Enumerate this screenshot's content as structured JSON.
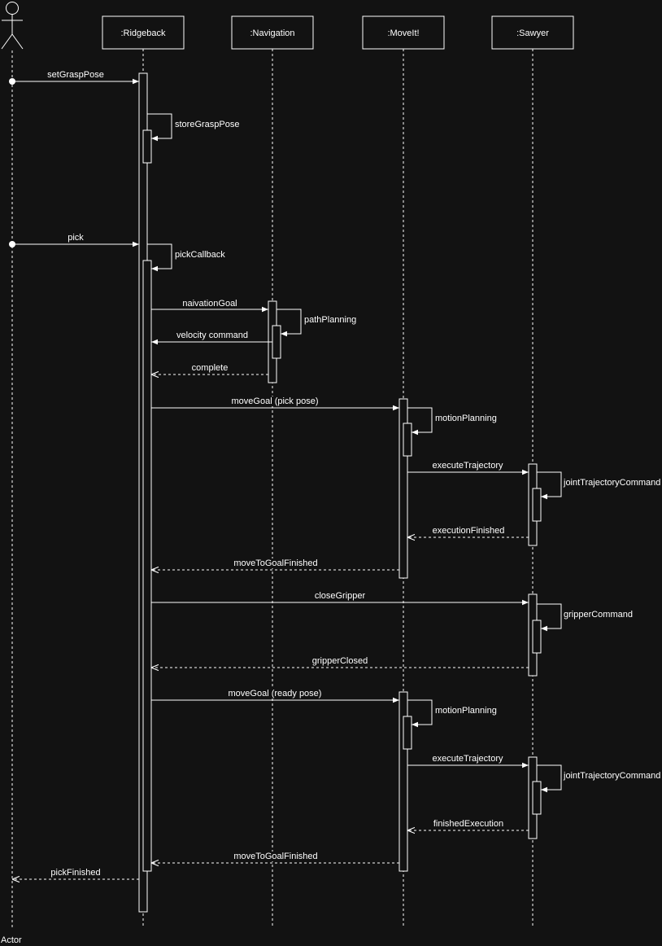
{
  "actor": {
    "label": "Actor"
  },
  "participants": [
    {
      "id": "ridgeback",
      "label": ":Ridgeback"
    },
    {
      "id": "navigation",
      "label": ":Navigation"
    },
    {
      "id": "moveit",
      "label": ":MoveIt!"
    },
    {
      "id": "sawyer",
      "label": ":Sawyer"
    }
  ],
  "messages": [
    {
      "id": "set-grasp-pose",
      "label": "setGraspPose"
    },
    {
      "id": "store-grasp-pose",
      "label": "storeGraspPose"
    },
    {
      "id": "pick",
      "label": "pick"
    },
    {
      "id": "pick-callback",
      "label": "pickCallback"
    },
    {
      "id": "naivation-goal",
      "label": "naivationGoal"
    },
    {
      "id": "path-planning",
      "label": "pathPlanning"
    },
    {
      "id": "velocity-command",
      "label": "velocity command"
    },
    {
      "id": "complete",
      "label": "complete"
    },
    {
      "id": "move-goal-pick",
      "label": "moveGoal (pick pose)"
    },
    {
      "id": "motion-planning-1",
      "label": "motionPlanning"
    },
    {
      "id": "execute-trajectory-1",
      "label": "executeTrajectory"
    },
    {
      "id": "joint-trajectory-command-1",
      "label": "jointTrajectoryCommand"
    },
    {
      "id": "execution-finished",
      "label": "executionFinished"
    },
    {
      "id": "move-to-goal-finished-1",
      "label": "moveToGoalFinished"
    },
    {
      "id": "close-gripper",
      "label": "closeGripper"
    },
    {
      "id": "gripper-command",
      "label": "gripperCommand"
    },
    {
      "id": "gripper-closed",
      "label": "gripperClosed"
    },
    {
      "id": "move-goal-ready",
      "label": "moveGoal (ready pose)"
    },
    {
      "id": "motion-planning-2",
      "label": "motionPlanning"
    },
    {
      "id": "execute-trajectory-2",
      "label": "executeTrajectory"
    },
    {
      "id": "joint-trajectory-command-2",
      "label": "jointTrajectoryCommand"
    },
    {
      "id": "finished-execution",
      "label": "finishedExecution"
    },
    {
      "id": "move-to-goal-finished-2",
      "label": "moveToGoalFinished"
    },
    {
      "id": "pick-finished",
      "label": "pickFinished"
    }
  ]
}
